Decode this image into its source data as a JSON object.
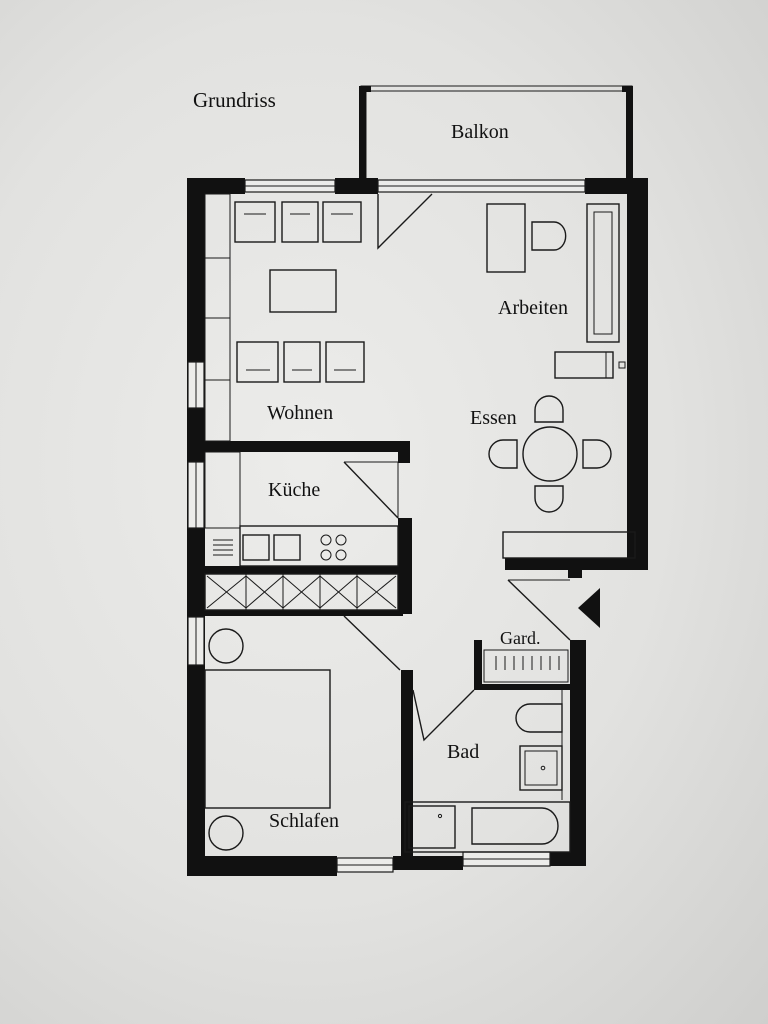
{
  "plan": {
    "title": "Grundriss",
    "rooms": {
      "balkon": "Balkon",
      "arbeiten": "Arbeiten",
      "wohnen": "Wohnen",
      "essen": "Essen",
      "kueche": "Küche",
      "gard": "Gard.",
      "bad": "Bad",
      "schlafen": "Schlafen"
    },
    "colors": {
      "wall": "#111111",
      "paper": "#ececea",
      "line": "#1a1a1a"
    },
    "entrance_marker": "triangle-arrow-icon"
  }
}
